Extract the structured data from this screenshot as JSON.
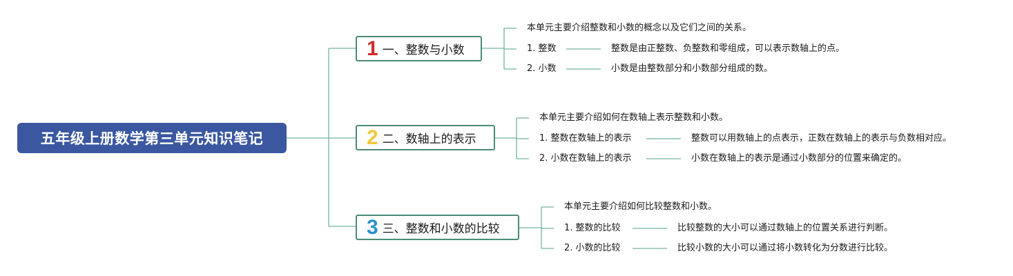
{
  "root": {
    "title": "五年级上册数学第三单元知识笔记"
  },
  "colors": {
    "root": "#3a57a0",
    "line": "#6fb3a0",
    "border": "#4a8a78"
  },
  "branches": [
    {
      "number": "1",
      "number_color": "#d12a2a",
      "title": "一、整数与小数",
      "intro": "本单元主要介绍整数和小数的概念以及它们之间的关系。",
      "items": [
        {
          "label": "1. 整数",
          "desc": "整数是由正整数、负整数和零组成，可以表示数轴上的点。"
        },
        {
          "label": "2. 小数",
          "desc": "小数是由整数部分和小数部分组成的数。"
        }
      ]
    },
    {
      "number": "2",
      "number_color": "#f2c73a",
      "title": "二、数轴上的表示",
      "intro": "本单元主要介绍如何在数轴上表示整数和小数。",
      "items": [
        {
          "label": "1. 整数在数轴上的表示",
          "desc": "整数可以用数轴上的点表示，正数在数轴上的表示与负数相对应。"
        },
        {
          "label": "2. 小数在数轴上的表示",
          "desc": "小数在数轴上的表示是通过小数部分的位置来确定的。"
        }
      ]
    },
    {
      "number": "3",
      "number_color": "#2a8fd0",
      "title": "三、整数和小数的比较",
      "intro": "本单元主要介绍如何比较整数和小数。",
      "items": [
        {
          "label": "1. 整数的比较",
          "desc": "比较整数的大小可以通过数轴上的位置关系进行判断。"
        },
        {
          "label": "2. 小数的比较",
          "desc": "比较小数的大小可以通过将小数转化为分数进行比较。"
        }
      ]
    }
  ]
}
